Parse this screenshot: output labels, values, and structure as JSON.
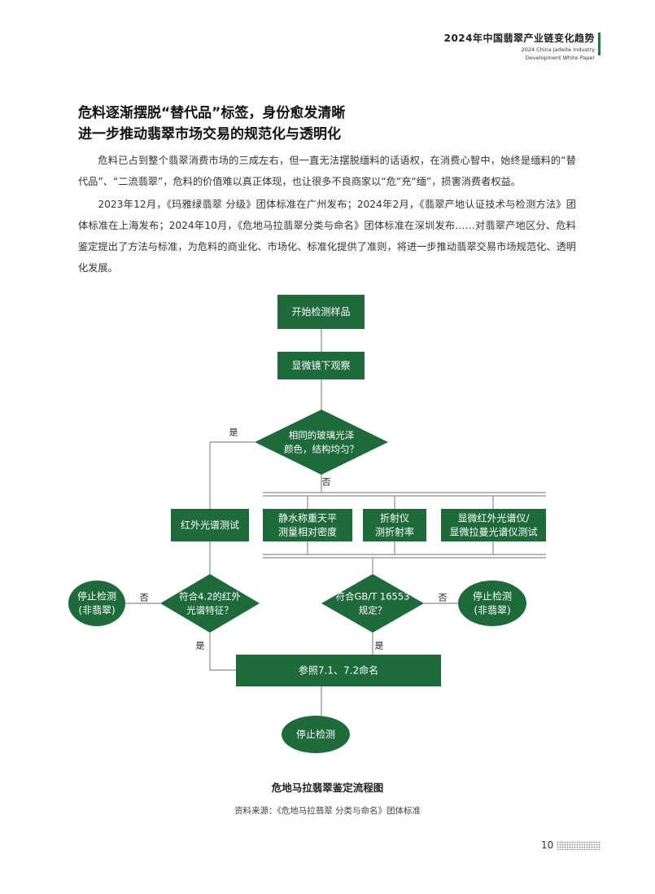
{
  "header": {
    "title_zh": "2024年中国翡翠产业链变化趋势",
    "title_en_line1": "2024 China Jadeite Industry",
    "title_en_line2": "Development White Paper"
  },
  "headline": {
    "line1": "危料逐渐摆脱“替代品”标签，身份愈发清晰",
    "line2": "进一步推动翡翠市场交易的规范化与透明化"
  },
  "paragraphs": [
    "危料已占到整个翡翠消费市场的三成左右，但一直无法摆脱缅料的话语权，在消费心智中，始终是缅料的“替代品”、“二流翡翠”，危料的价值难以真正体现，也让很多不良商家以“危”充“缅”，损害消费者权益。",
    "2023年12月，《玛雅绿翡翠 分级》团体标准在广州发布；2024年2月，《翡翠产地认证技术与检测方法》团体标准在上海发布；2024年10月，《危地马拉翡翠分类与命名》团体标准在深圳发布……对翡翠产地区分、危料鉴定提出了方法与标准，为危料的商业化、市场化、标准化提供了准则，将进一步推动翡翠交易市场规范化、透明化发展。"
  ],
  "flowchart": {
    "start": "开始检测样品",
    "microscope": "显微镜下观察",
    "decision1": [
      "相同的玻璃光泽",
      "颜色，结构均匀？"
    ],
    "yes": "是",
    "no": "否",
    "infrared": "红外光谱测试",
    "density": [
      "静水称重天平",
      "测量相对密度"
    ],
    "refractometer": [
      "折射仪",
      "测折射率"
    ],
    "spectroscopy": [
      "显微红外光谱仪/",
      "显微拉曼光谱仪测试"
    ],
    "decision2": [
      "符合4.2的红外",
      "光谱特征？"
    ],
    "decision3": [
      "符合GB/T 16553",
      "规定？"
    ],
    "stop_left": [
      "停止检测",
      "(非翡翠)"
    ],
    "stop_right": [
      "停止检测",
      "(非翡翠)"
    ],
    "naming": "参照7.1、7.2命名",
    "end": "停止检测",
    "colors": {
      "fill": "#1d6b3b",
      "text": "#ffffff",
      "line": "#8c8c8c"
    }
  },
  "caption": {
    "title": "危地马拉翡翠鉴定流程图",
    "source": "资料来源：《危地马拉翡翠 分类与命名》团体标准"
  },
  "page_number": "10"
}
